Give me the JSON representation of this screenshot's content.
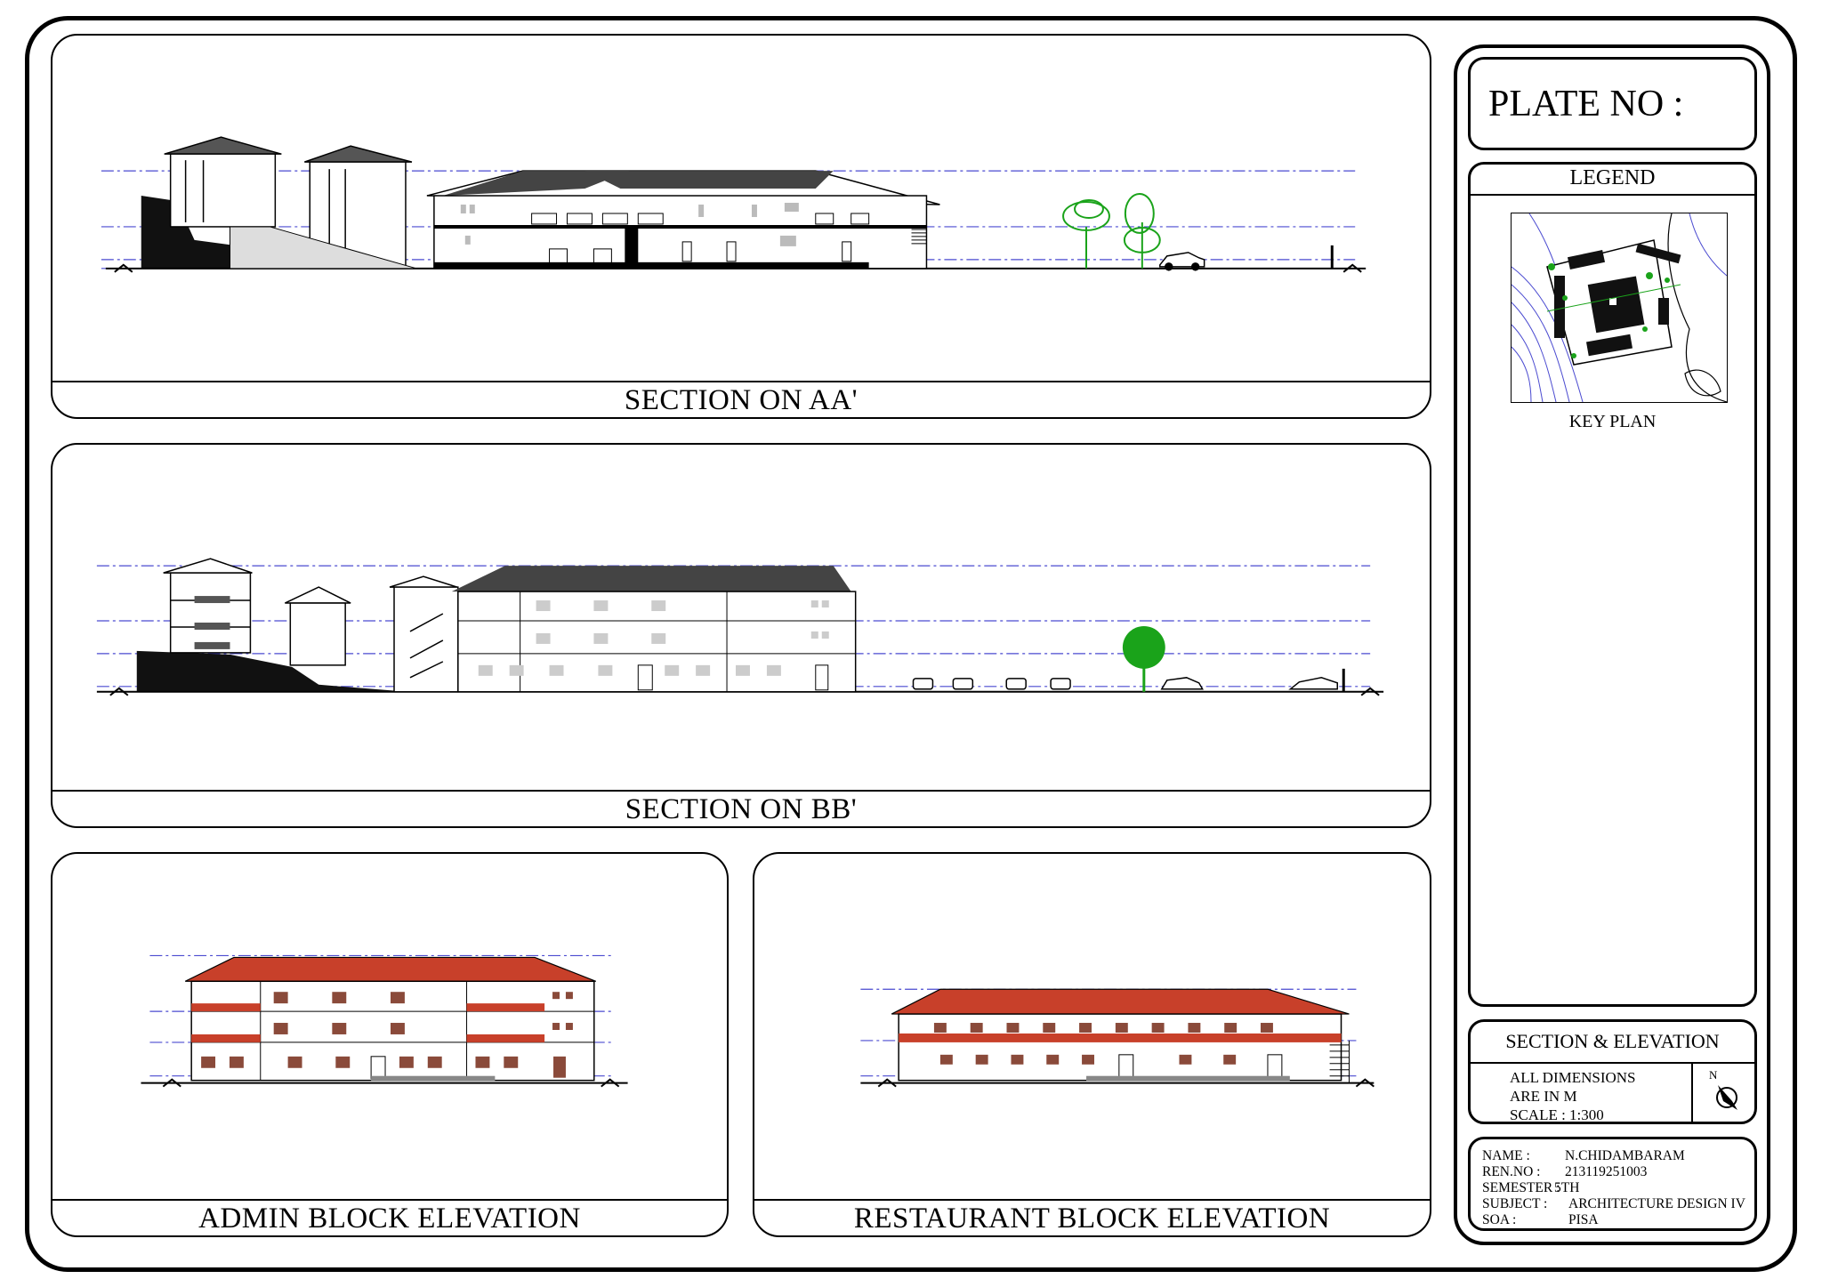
{
  "sheet": {
    "plate_label": "PLATE NO :",
    "legend_title": "LEGEND",
    "key_plan_label": "KEY PLAN",
    "drawing_title": "SECTION & ELEVATION",
    "notes": {
      "line1": "ALL DIMENSIONS",
      "line2": "ARE IN M",
      "scale": "SCALE : 1:300"
    },
    "north_label": "N",
    "info": {
      "name_label": "NAME :",
      "name_value": "N.CHIDAMBARAM",
      "reg_label": "REN.NO :",
      "reg_value": "213119251003",
      "semester_label": "SEMESTER :",
      "semester_value": "5TH",
      "subject_label": "SUBJECT :",
      "subject_value": "ARCHITECTURE DESIGN IV",
      "soa_label": "SOA :",
      "soa_value": "PISA"
    }
  },
  "panels": {
    "section_aa": "SECTION ON AA'",
    "section_bb": "SECTION ON BB'",
    "admin_elevation": "ADMIN BLOCK ELEVATION",
    "restaurant_elevation": "RESTAURANT BLOCK ELEVATION"
  },
  "colors": {
    "level_line": "#4a4ad0",
    "roof_red": "#c8402a",
    "tree_green": "#1aa31a",
    "roof_dark": "#3a3a3a"
  }
}
